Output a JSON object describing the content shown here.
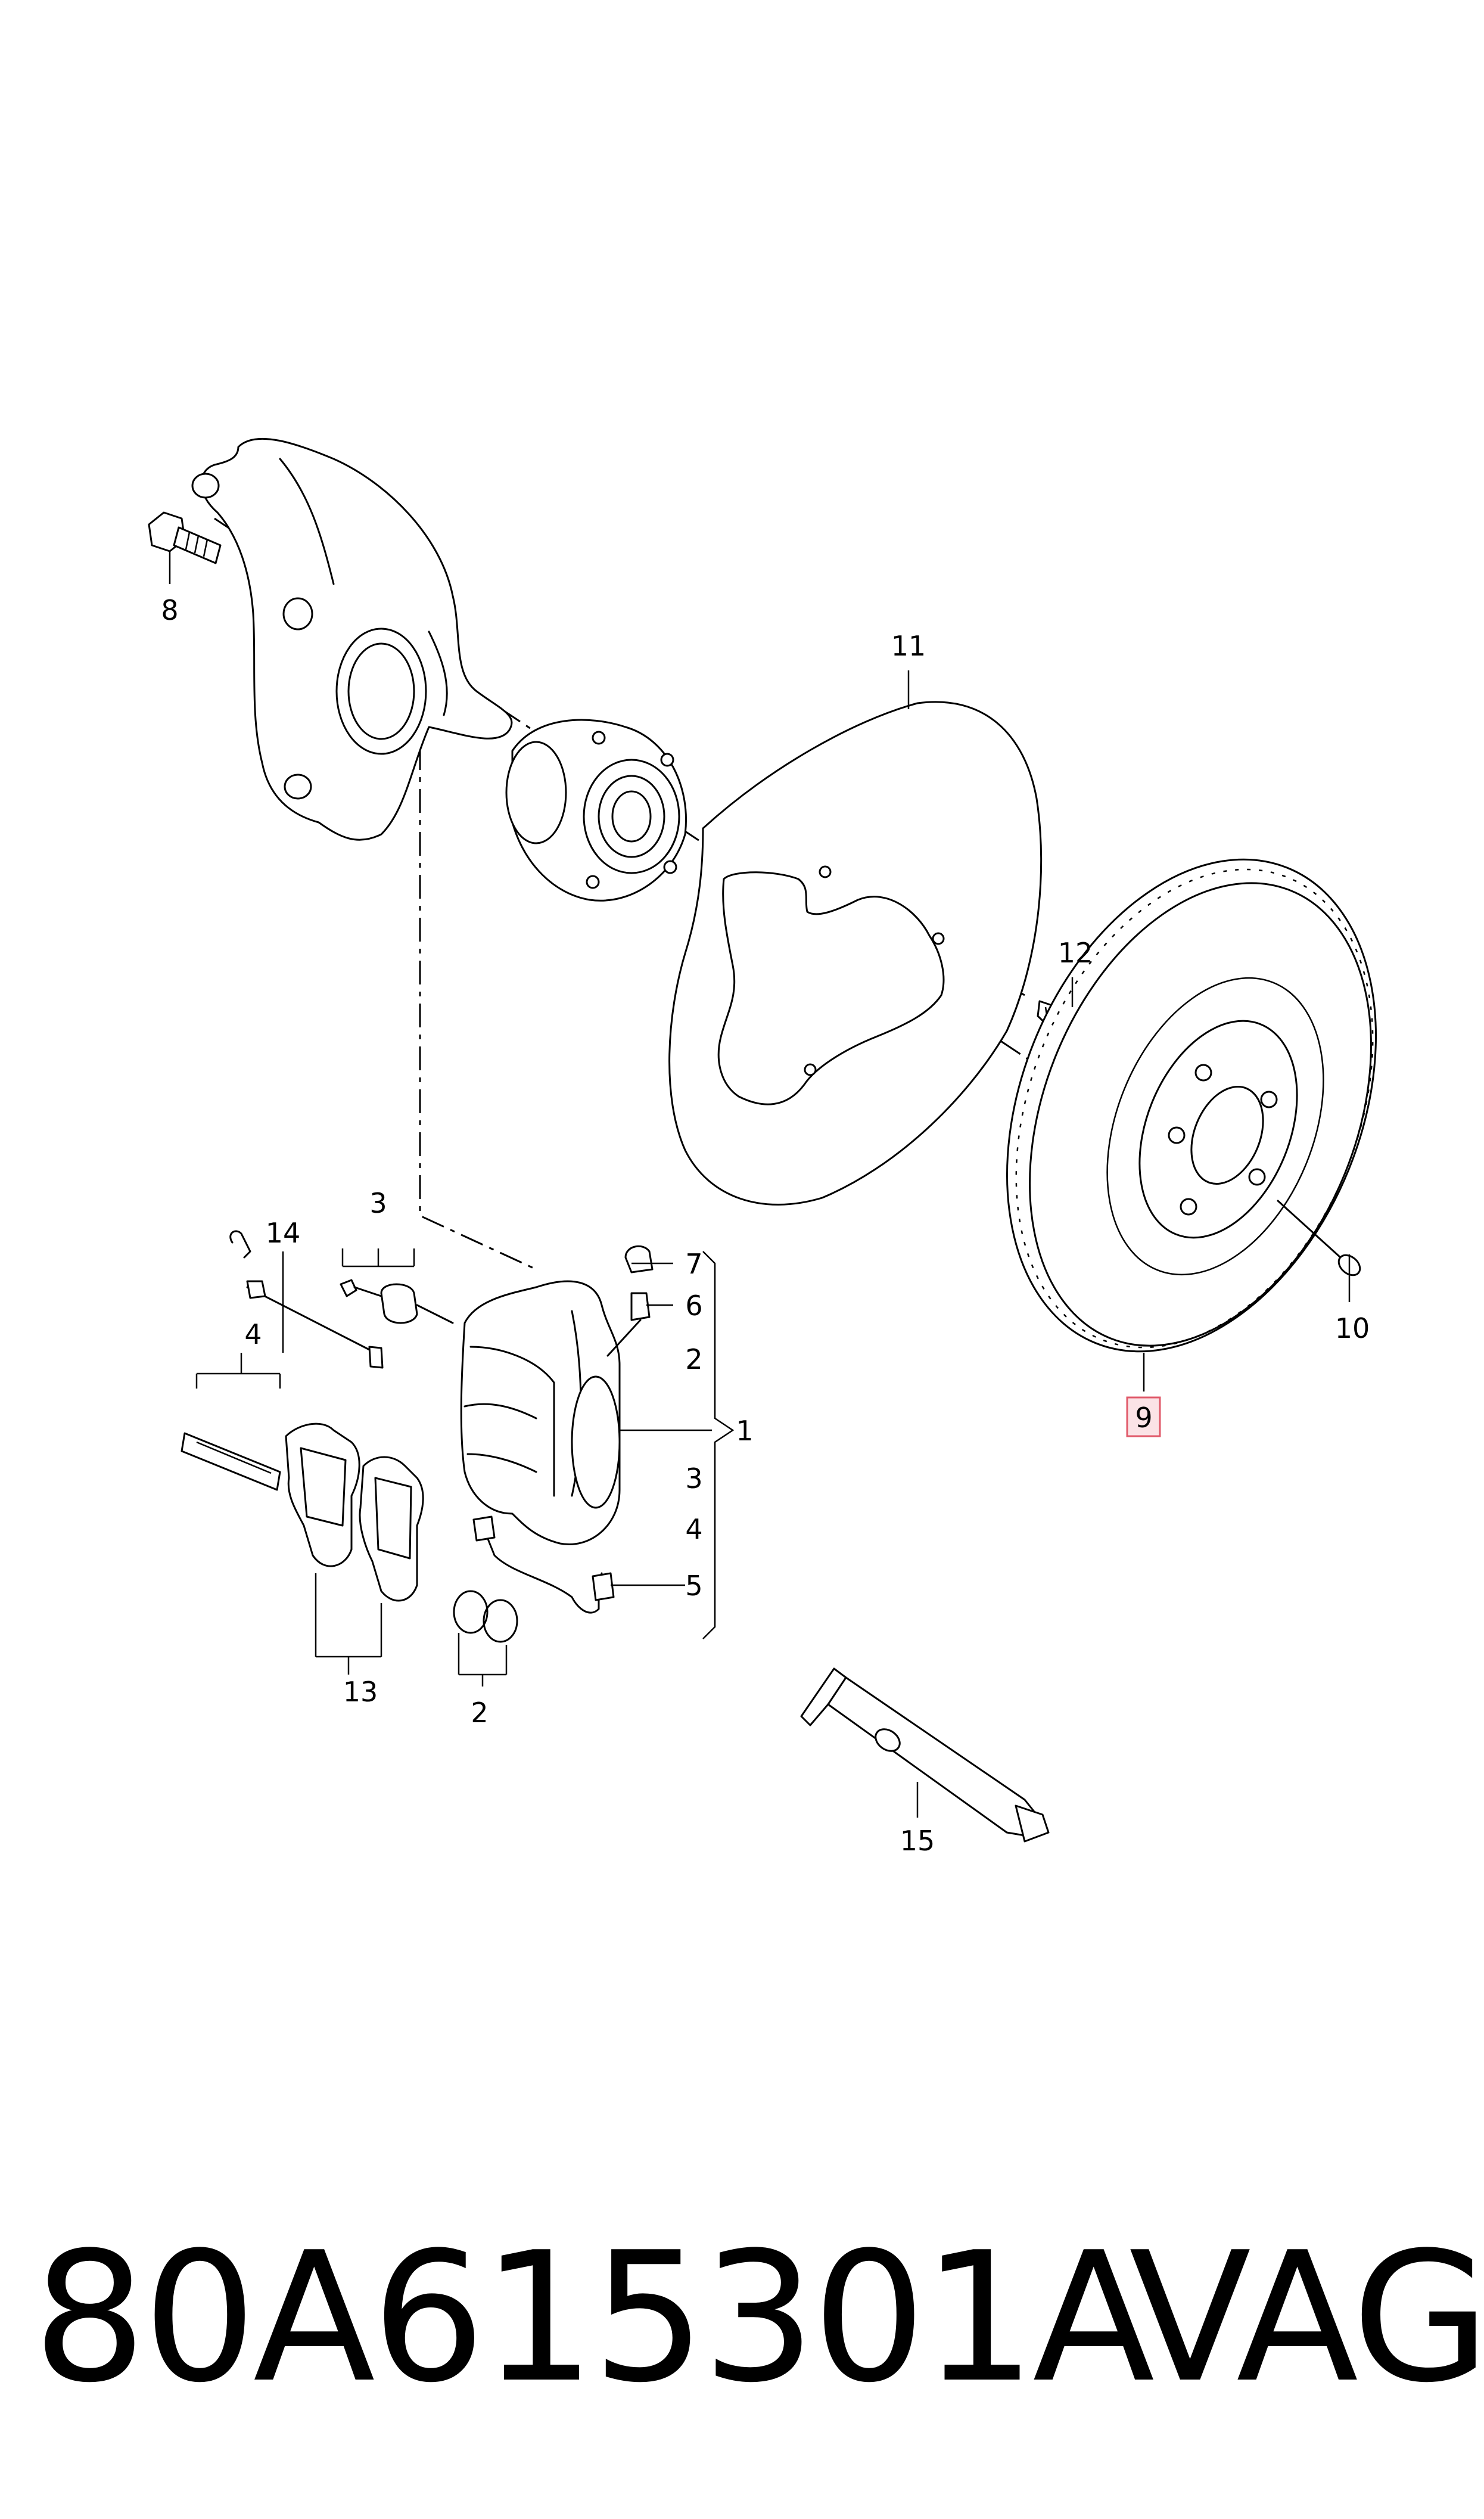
{
  "callouts": {
    "c1": "1",
    "c2a": "2",
    "c2b": "2",
    "c3a": "3",
    "c3b": "3",
    "c4a": "4",
    "c4b": "4",
    "c5": "5",
    "c6": "6",
    "c7": "7",
    "c8": "8",
    "c9": "9",
    "c10": "10",
    "c11": "11",
    "c12": "12",
    "c13": "13",
    "c14": "14",
    "c15": "15"
  },
  "highlighted_callout": "9",
  "footer": {
    "part_number": "80A615301A",
    "brand": "VAG"
  },
  "colors": {
    "line": "#000000",
    "background": "#ffffff",
    "highlight_fill": "#fbe3e6",
    "highlight_stroke": "#e05a6a"
  }
}
